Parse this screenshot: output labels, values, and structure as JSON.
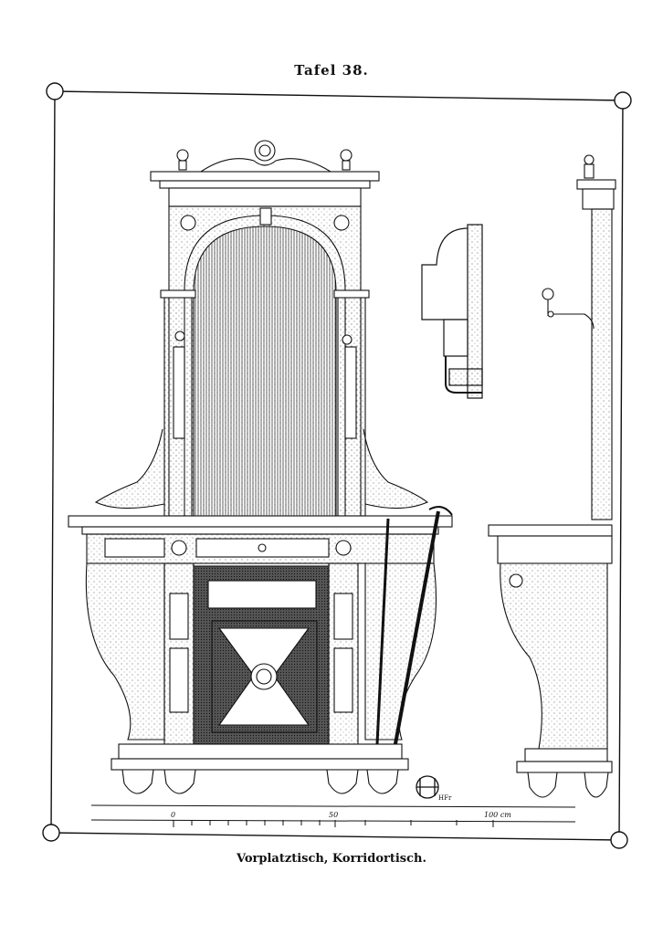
{
  "plate": {
    "title": "Tafel 38.",
    "caption": "Vorplatztisch, Korridortisch."
  },
  "scale_bar": {
    "labels": [
      "0",
      "50",
      "100 cm"
    ]
  },
  "monogram": {
    "text": "HFr"
  },
  "colors": {
    "ink": "#111111",
    "paper": "#ffffff"
  }
}
